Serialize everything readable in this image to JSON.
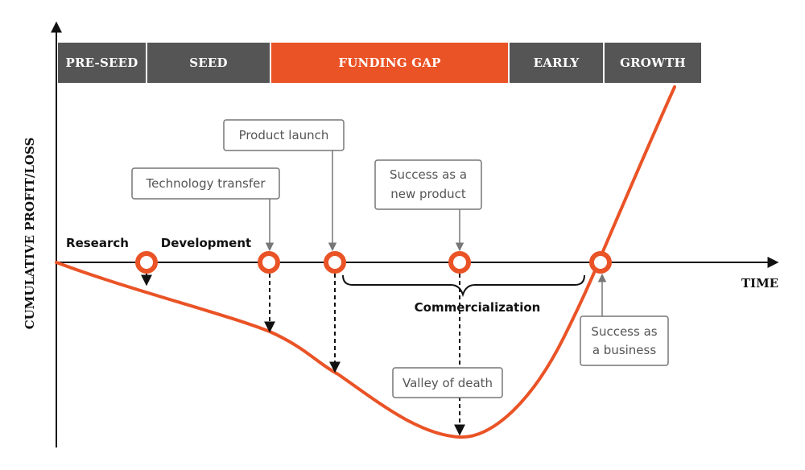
{
  "colors": {
    "accent": "#ea5326",
    "stage_dark": "#555555",
    "axis": "#111111",
    "callout_border": "#777777",
    "callout_text": "#555555"
  },
  "stages": [
    {
      "label": "PRE-SEED"
    },
    {
      "label": "SEED"
    },
    {
      "label": "FUNDING GAP",
      "highlight": true
    },
    {
      "label": "EARLY"
    },
    {
      "label": "GROWTH"
    }
  ],
  "axes": {
    "y_label": "CUMULATIVE PROFIT/LOSS",
    "x_label": "TIME"
  },
  "phases": {
    "research": "Research",
    "development": "Development",
    "commercialization": "Commercialization"
  },
  "callouts": {
    "technology_transfer": "Technology transfer",
    "product_launch": "Product launch",
    "success_product": [
      "Success as a",
      "new product"
    ],
    "success_business": [
      "Success as",
      "a business"
    ],
    "valley": "Valley of death"
  }
}
